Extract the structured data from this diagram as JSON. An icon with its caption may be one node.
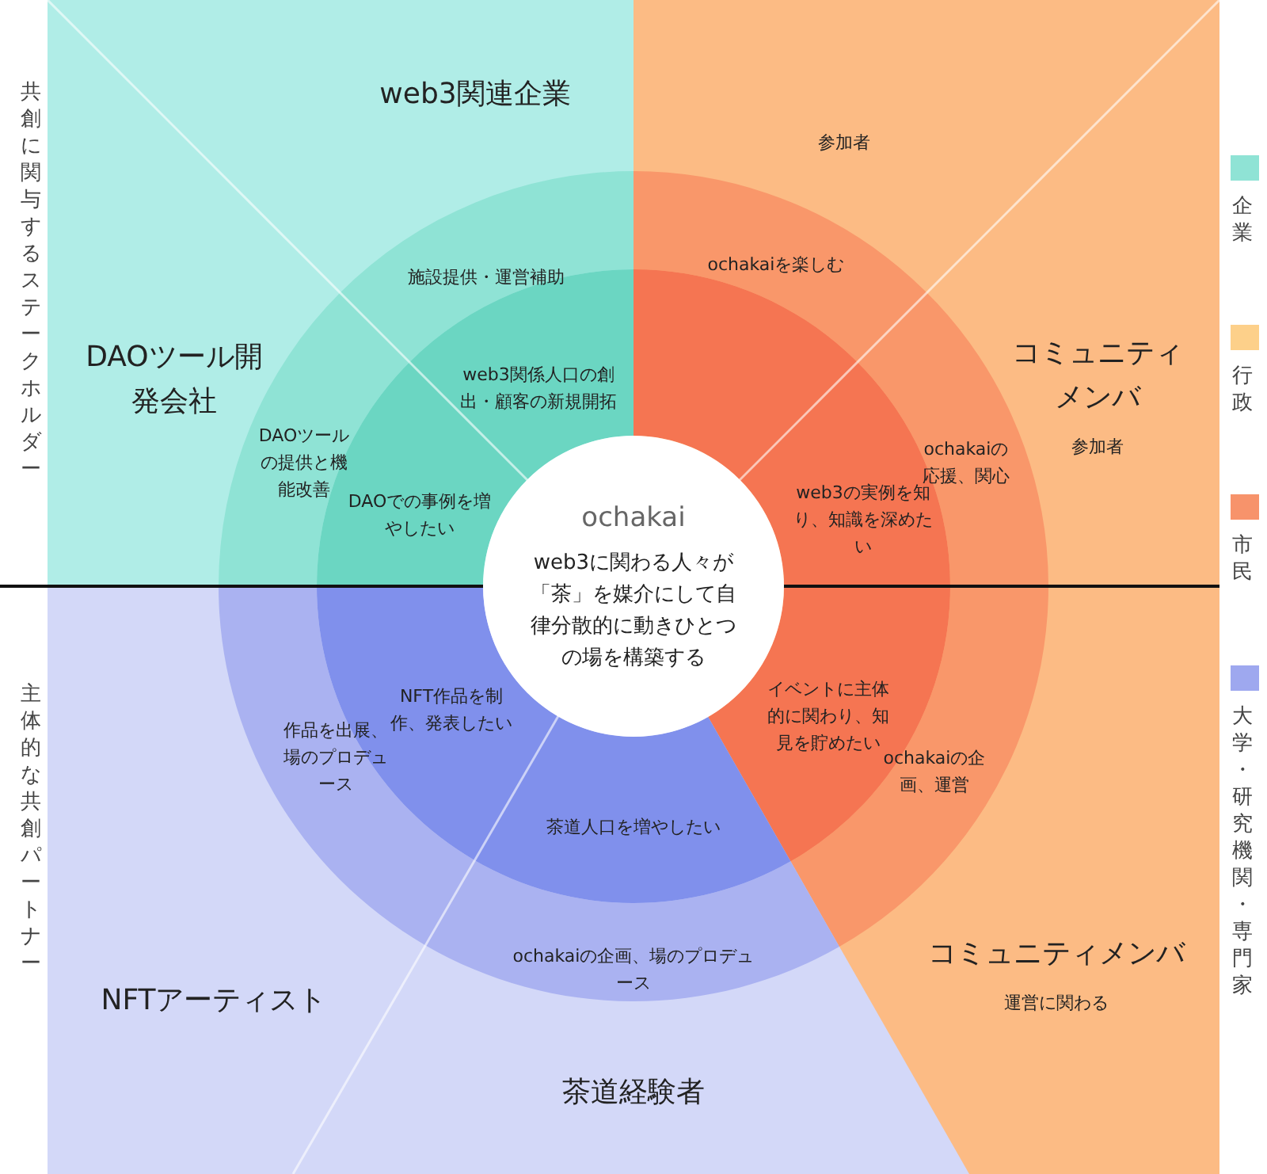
{
  "diagram": {
    "nodes": [
      {
        "text": [
          "web3関連企業"
        ]
      },
      {
        "text": [
          "施設提供・運営補助"
        ]
      },
      {
        "text": [
          "web3関係人口の創出・顧客の新規開拓"
        ]
      },
      {
        "text": [
          "DAOツール開発会社"
        ]
      },
      {
        "text": [
          "DAOツールの提供と機能改善"
        ]
      },
      {
        "text": [
          "DAOでの事例を増やしたい"
        ]
      },
      {
        "text": [
          "参加者"
        ]
      },
      {
        "text": [
          "ochakaiを楽しむ"
        ]
      },
      {
        "text": [
          "コミュニティメンバ",
          "参加者"
        ]
      },
      {
        "text": [
          "ochakaiの応援、関心"
        ]
      },
      {
        "text": [
          "web3の実例を知り、知識を深めたい"
        ]
      },
      {
        "text": [
          "ochakai",
          "web3に関わる人々が「茶」を媒介にして自律分散的に動きひとつの場を構築する"
        ]
      },
      {
        "text": [
          "作品を出展、場のプロデュース"
        ]
      },
      {
        "text": [
          "NFT作品を制作、発表したい"
        ]
      },
      {
        "text": [
          "イベントに主体的に関わり、知見を貯めたい"
        ]
      },
      {
        "text": [
          "ochakaiの企画、運営"
        ]
      },
      {
        "text": [
          "茶道人口を増やしたい"
        ]
      },
      {
        "text": [
          "ochakaiの企画、場のプロデュース"
        ]
      },
      {
        "text": [
          "NFTアーティスト"
        ]
      },
      {
        "text": [
          "コミュニティメンバ",
          "運営に関わる"
        ]
      },
      {
        "text": [
          "茶道経験者"
        ]
      }
    ],
    "labels": [
      "共創に関与するステークホルダー",
      "主体的な共創パートナー"
    ],
    "legend": [
      {
        "text": "企業",
        "color": "#8fe3d5"
      },
      {
        "text": "行政",
        "color": "#fdd08a"
      },
      {
        "text": "市民",
        "color": "#f7936b"
      },
      {
        "text": "大学・研究機関・専門家",
        "color": "#9ea8ef"
      }
    ]
  }
}
